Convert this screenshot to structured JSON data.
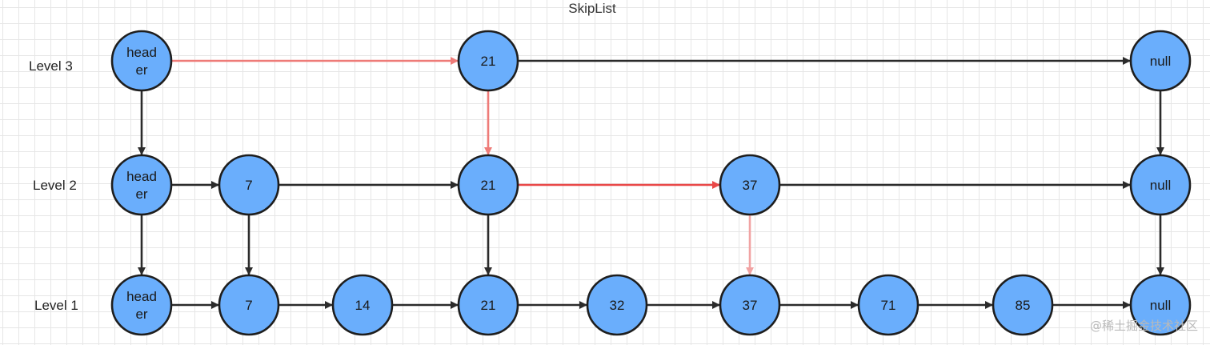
{
  "title": "SkipList",
  "watermark": "@稀土掘金技术社区",
  "colors": {
    "node_fill": "#6aaefc",
    "node_stroke": "#1e1e1e",
    "edge_default": "#2b2b2b",
    "edge_red": "#e94848",
    "edge_red_light": "#ee7b78",
    "edge_red_pale": "#f1a3a3"
  },
  "levels": [
    {
      "id": "L3",
      "label": "Level 3"
    },
    {
      "id": "L2",
      "label": "Level 2"
    },
    {
      "id": "L1",
      "label": "Level 1"
    }
  ],
  "nodes": [
    {
      "id": "h3",
      "lines": [
        "head",
        "er"
      ]
    },
    {
      "id": "n21_3",
      "lines": [
        "21"
      ]
    },
    {
      "id": "null3",
      "lines": [
        "null"
      ]
    },
    {
      "id": "h2",
      "lines": [
        "head",
        "er"
      ]
    },
    {
      "id": "n7_2",
      "lines": [
        "7"
      ]
    },
    {
      "id": "n21_2",
      "lines": [
        "21"
      ]
    },
    {
      "id": "n37_2",
      "lines": [
        "37"
      ]
    },
    {
      "id": "null2",
      "lines": [
        "null"
      ]
    },
    {
      "id": "h1",
      "lines": [
        "head",
        "er"
      ]
    },
    {
      "id": "n7_1",
      "lines": [
        "7"
      ]
    },
    {
      "id": "n14_1",
      "lines": [
        "14"
      ]
    },
    {
      "id": "n21_1",
      "lines": [
        "21"
      ]
    },
    {
      "id": "n32_1",
      "lines": [
        "32"
      ]
    },
    {
      "id": "n37_1",
      "lines": [
        "37"
      ]
    },
    {
      "id": "n71_1",
      "lines": [
        "71"
      ]
    },
    {
      "id": "n85_1",
      "lines": [
        "85"
      ]
    },
    {
      "id": "null1",
      "lines": [
        "null"
      ]
    }
  ],
  "edges": [
    {
      "from": "h3",
      "to": "n21_3",
      "color": "red_light"
    },
    {
      "from": "n21_3",
      "to": "null3",
      "color": "default"
    },
    {
      "from": "h3",
      "to": "h2",
      "color": "default"
    },
    {
      "from": "n21_3",
      "to": "n21_2",
      "color": "red_light"
    },
    {
      "from": "null3",
      "to": "null2",
      "color": "default"
    },
    {
      "from": "h2",
      "to": "n7_2",
      "color": "default"
    },
    {
      "from": "n7_2",
      "to": "n21_2",
      "color": "default"
    },
    {
      "from": "n21_2",
      "to": "n37_2",
      "color": "red"
    },
    {
      "from": "n37_2",
      "to": "null2",
      "color": "default"
    },
    {
      "from": "h2",
      "to": "h1",
      "color": "default"
    },
    {
      "from": "n7_2",
      "to": "n7_1",
      "color": "default"
    },
    {
      "from": "n21_2",
      "to": "n21_1",
      "color": "default"
    },
    {
      "from": "n37_2",
      "to": "n37_1",
      "color": "red_pale"
    },
    {
      "from": "null2",
      "to": "null1",
      "color": "default"
    },
    {
      "from": "h1",
      "to": "n7_1",
      "color": "default"
    },
    {
      "from": "n7_1",
      "to": "n14_1",
      "color": "default"
    },
    {
      "from": "n14_1",
      "to": "n21_1",
      "color": "default"
    },
    {
      "from": "n21_1",
      "to": "n32_1",
      "color": "default"
    },
    {
      "from": "n32_1",
      "to": "n37_1",
      "color": "default"
    },
    {
      "from": "n37_1",
      "to": "n71_1",
      "color": "default"
    },
    {
      "from": "n71_1",
      "to": "n85_1",
      "color": "default"
    },
    {
      "from": "n85_1",
      "to": "null1",
      "color": "default"
    }
  ]
}
